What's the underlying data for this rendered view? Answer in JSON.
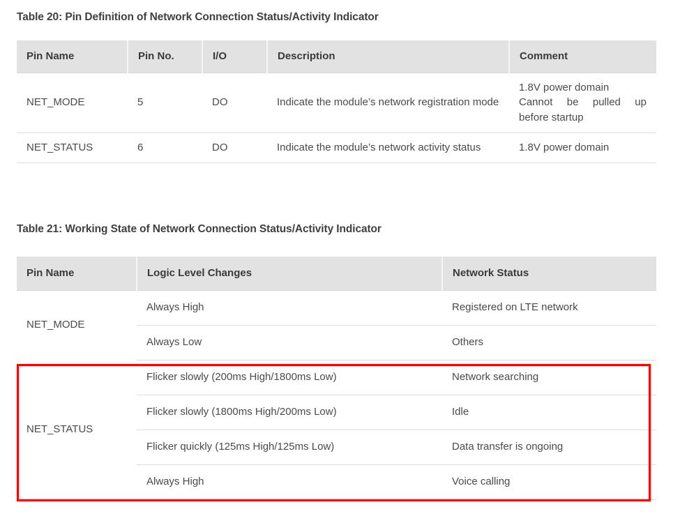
{
  "document": {
    "table20": {
      "caption": "Table 20: Pin Definition of Network Connection Status/Activity Indicator",
      "headers": [
        "Pin Name",
        "Pin No.",
        "I/O",
        "Description",
        "Comment"
      ],
      "rows": [
        {
          "pin_name": "NET_MODE",
          "pin_no": "5",
          "io": "DO",
          "description": "Indicate the module’s network registration mode",
          "comment_line1": "1.8V power domain",
          "comment_line2": "Cannot be pulled up",
          "comment_line3": "before startup"
        },
        {
          "pin_name": "NET_STATUS",
          "pin_no": "6",
          "io": "DO",
          "description": "Indicate the module’s network activity status",
          "comment_line1": "1.8V power domain",
          "comment_line2": "",
          "comment_line3": ""
        }
      ]
    },
    "table21": {
      "caption": "Table 21: Working State of Network Connection Status/Activity Indicator",
      "headers": [
        "Pin Name",
        "Logic Level Changes",
        "Network Status"
      ],
      "groups": [
        {
          "pin_name": "NET_MODE",
          "rows": [
            {
              "logic": "Always High",
              "status": "Registered on LTE network"
            },
            {
              "logic": "Always Low",
              "status": "Others"
            }
          ]
        },
        {
          "pin_name": "NET_STATUS",
          "rows": [
            {
              "logic": "Flicker slowly (200ms High/1800ms Low)",
              "status": "Network searching"
            },
            {
              "logic": "Flicker slowly (1800ms High/200ms Low)",
              "status": "Idle"
            },
            {
              "logic": "Flicker quickly (125ms High/125ms Low)",
              "status": "Data transfer is ongoing"
            },
            {
              "logic": "Always High",
              "status": "Voice calling"
            }
          ]
        }
      ]
    },
    "annotation": {
      "highlight_color": "#fa0000",
      "highlight_target": "NET_STATUS working states"
    }
  }
}
